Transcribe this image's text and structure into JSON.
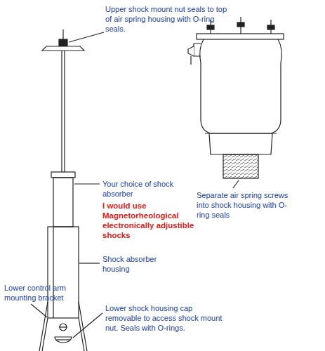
{
  "diagram": {
    "labels": [
      "Upper shock mount nut seals to top of air spring housing with O-ring seals.",
      "Your choice of shock absorber",
      "I would use Magnetorheological electronically adjustible shocks",
      "Shock absorber housing",
      "Separate air spring screws into shock housing with O-ring seals",
      "Lower control arm mounting bracket",
      "Lower shock housing cap removable to access shock mount nut. Seals with O-rings."
    ]
  }
}
